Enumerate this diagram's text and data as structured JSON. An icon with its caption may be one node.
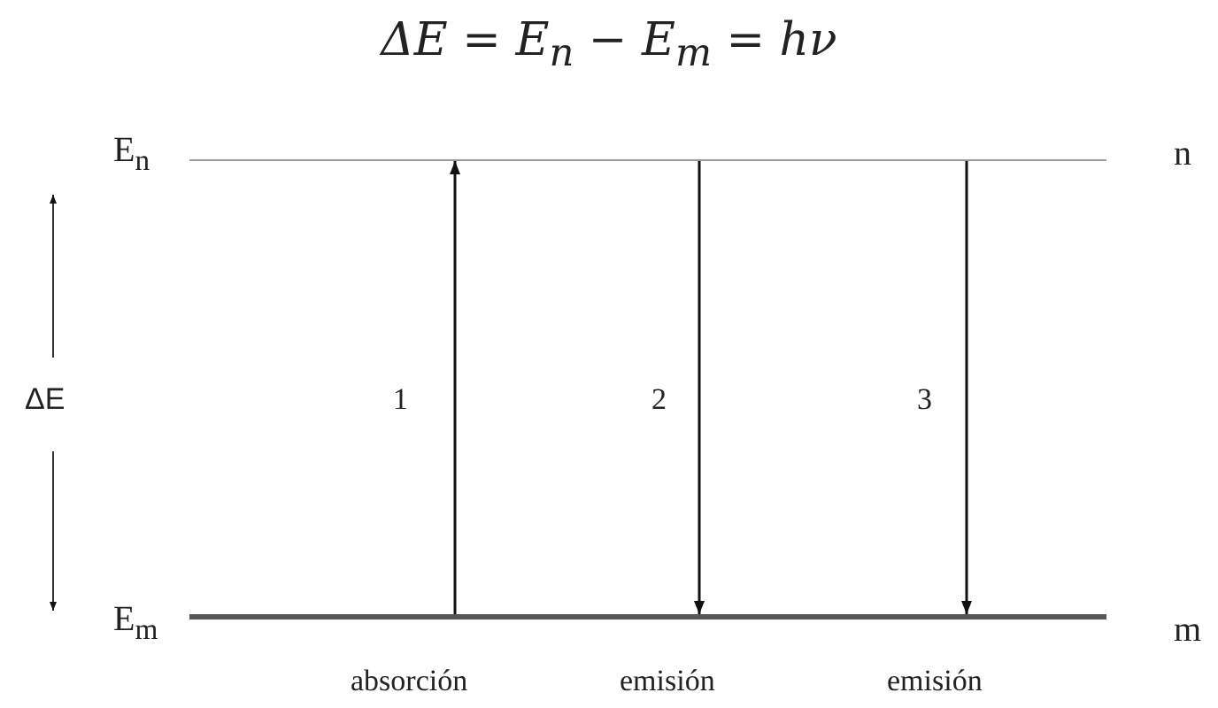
{
  "diagram": {
    "title": "ΔE = E$_{n}$ − E$_{m}$ = hν",
    "nodes": [
      {
        "text": [],
        "shape": "bar",
        "beside": [
          "E$_{n}$",
          "n"
        ]
      },
      {
        "text": [],
        "shape": "bar",
        "beside": [
          "E$_{m}$",
          "m"
        ]
      }
    ],
    "edges": [
      {
        "from": 1,
        "to": 0,
        "arrow": "to",
        "label": "1"
      },
      {
        "from": 0,
        "to": 1,
        "arrow": "to",
        "label": "2"
      },
      {
        "from": 0,
        "to": 1,
        "arrow": "to",
        "label": "3"
      }
    ],
    "labels": [
      "ΔE",
      "absorción",
      "emisión",
      "emisión"
    ]
  }
}
